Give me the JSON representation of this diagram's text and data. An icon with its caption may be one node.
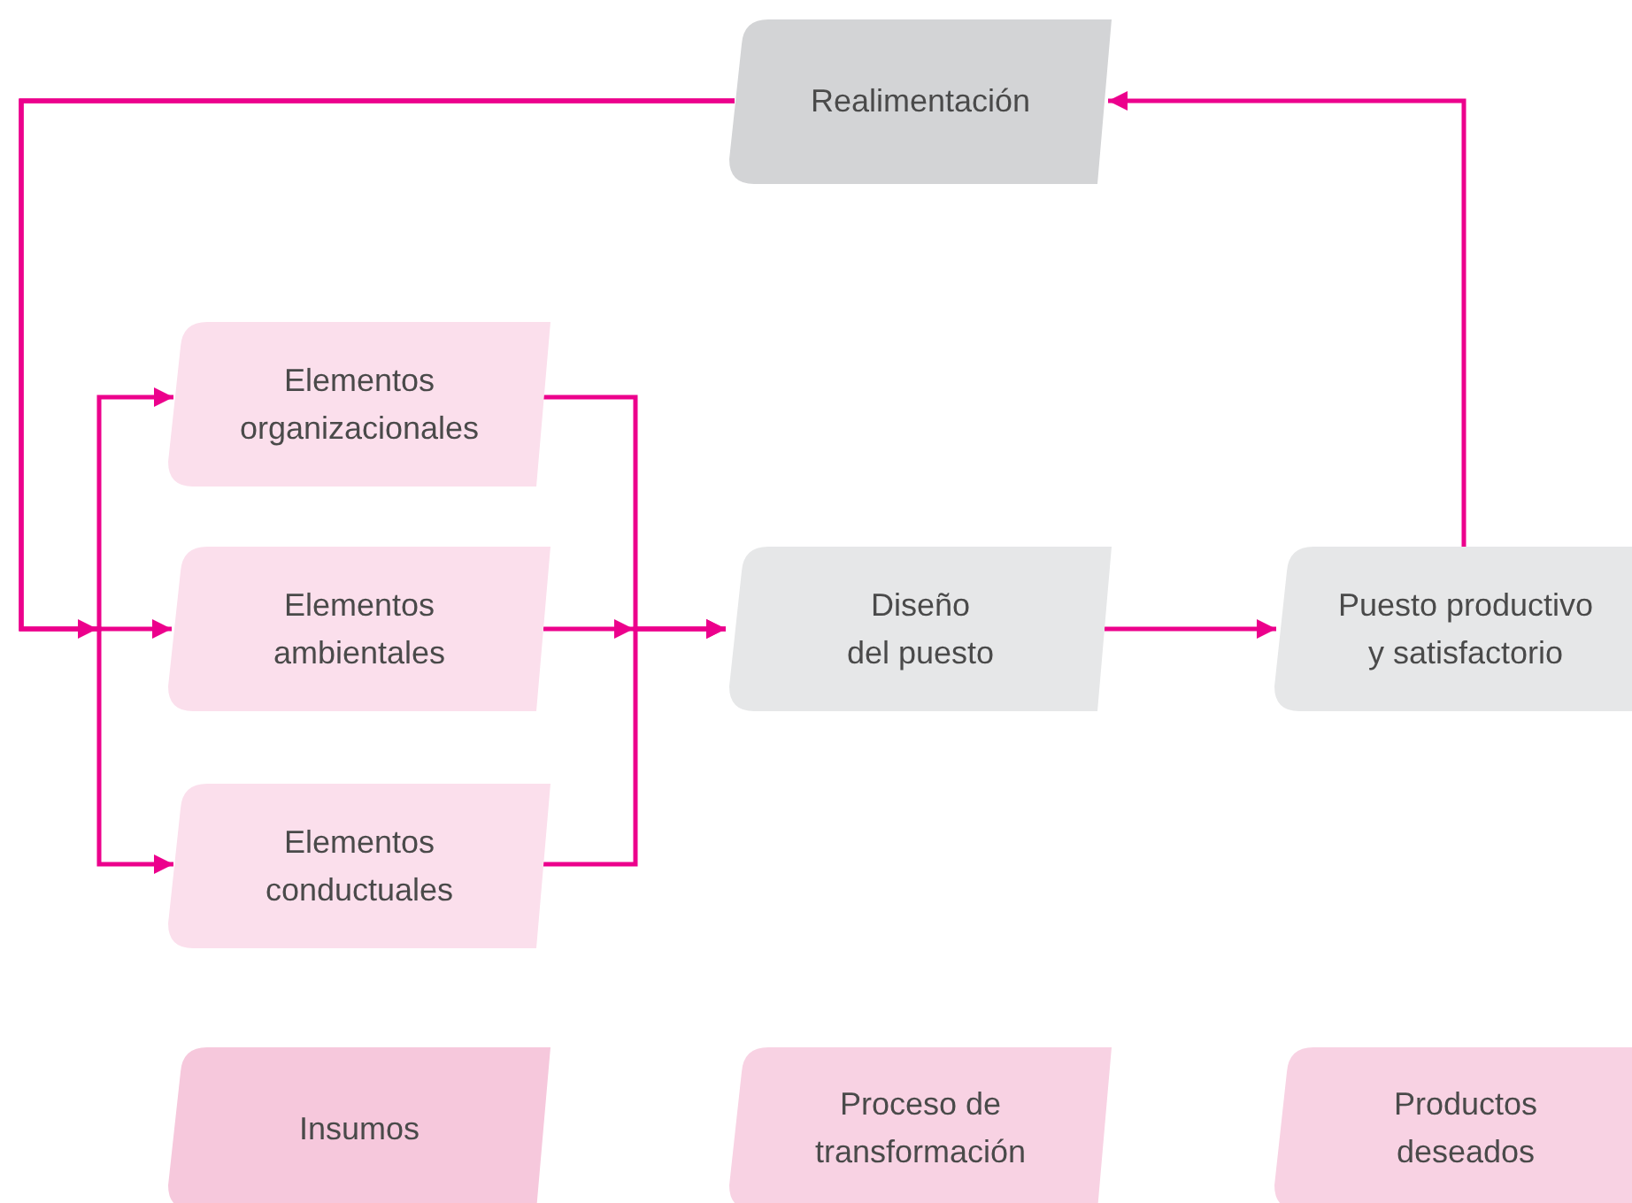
{
  "diagram": {
    "nodes": [
      {
        "text": [
          "Realimentación"
        ]
      },
      {
        "text": [
          "Elementos organizacionales"
        ]
      },
      {
        "text": [
          "Elementos ambientales"
        ]
      },
      {
        "text": [
          "Elementos conductuales"
        ]
      },
      {
        "text": [
          "Diseño del puesto"
        ]
      },
      {
        "text": [
          "Puesto productivo y satisfactorio"
        ]
      },
      {
        "text": [
          "Insumos"
        ]
      },
      {
        "text": [
          "Proceso de transformación"
        ]
      },
      {
        "text": [
          "Productos deseados"
        ]
      }
    ],
    "edges": [
      {
        "from": 0,
        "to": 1,
        "arrow": "to"
      },
      {
        "from": 0,
        "to": 2,
        "arrow": "to"
      },
      {
        "from": 0,
        "to": 3,
        "arrow": "to"
      },
      {
        "from": 1,
        "to": 4,
        "arrow": "to"
      },
      {
        "from": 2,
        "to": 4,
        "arrow": "to"
      },
      {
        "from": 3,
        "to": 4,
        "arrow": "to"
      },
      {
        "from": 4,
        "to": 5,
        "arrow": "to"
      },
      {
        "from": 5,
        "to": 0,
        "arrow": "to"
      }
    ]
  }
}
